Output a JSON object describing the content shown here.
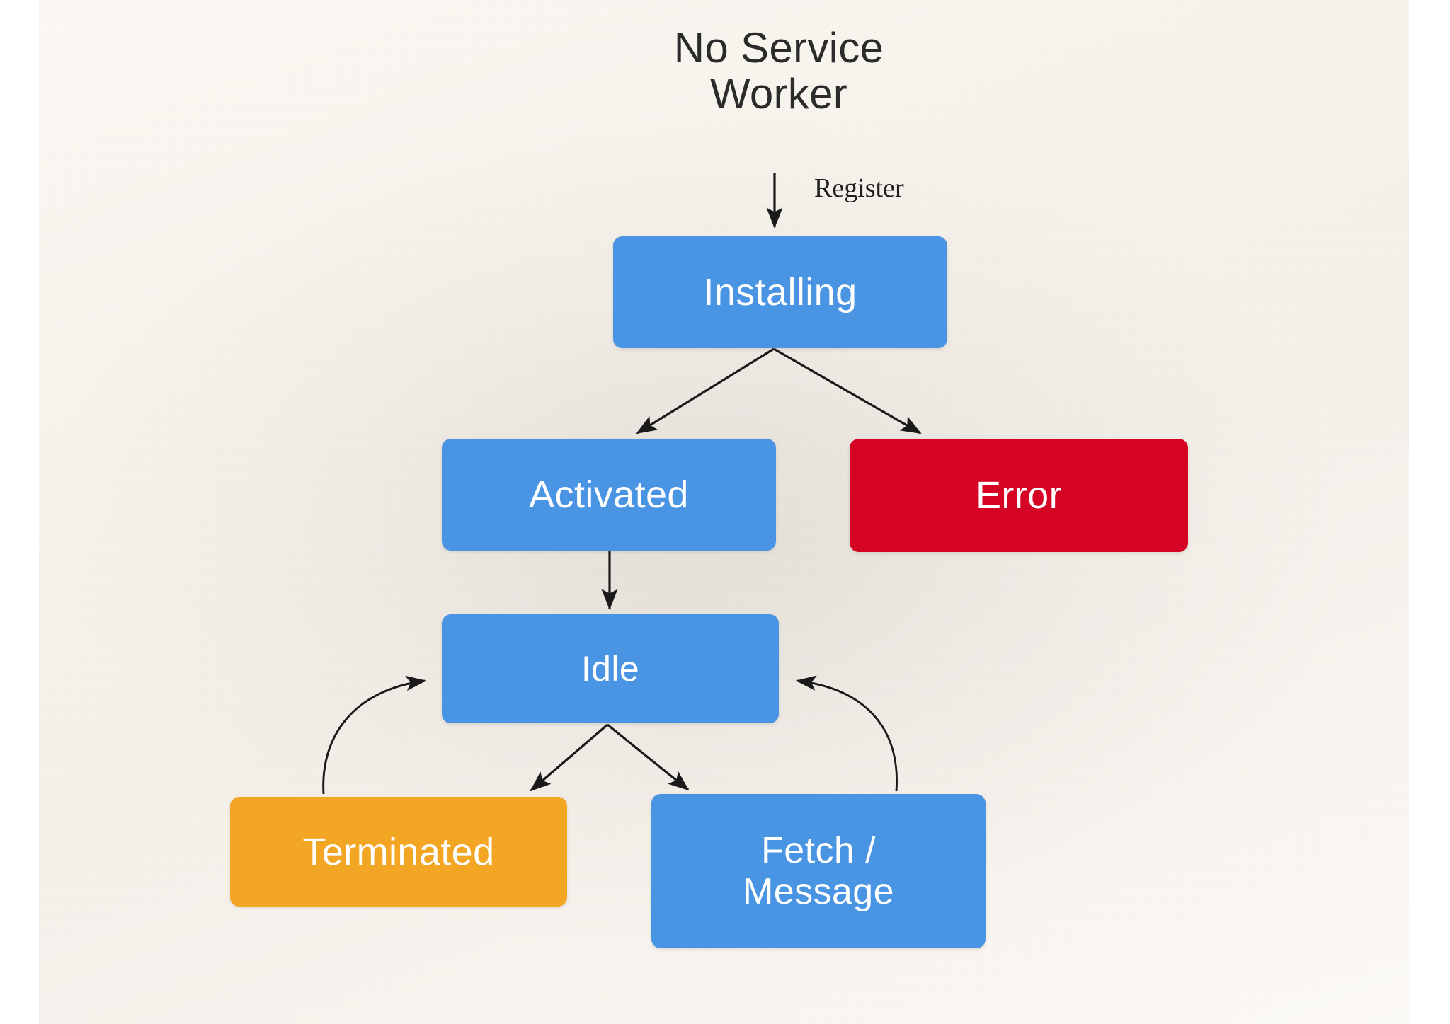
{
  "slide": {
    "title": "No Service\nWorker",
    "background_color": "#F5F0EB",
    "page_color": "#FFFFFF"
  },
  "palette": {
    "blue": "#4A94E4",
    "red": "#D50424",
    "orange": "#F2A623",
    "arrow": "#1a1a1a",
    "node_text": "#FFFFFF",
    "title_text": "#2B2B2B"
  },
  "diagram": {
    "type": "state-machine",
    "nodes": [
      {
        "id": "installing",
        "label": "Installing",
        "color": "#4A94E4",
        "state_kind": "blue"
      },
      {
        "id": "activated",
        "label": "Activated",
        "color": "#4A94E4",
        "state_kind": "blue"
      },
      {
        "id": "error",
        "label": "Error",
        "color": "#D50424",
        "state_kind": "red"
      },
      {
        "id": "idle",
        "label": "Idle",
        "color": "#4A94E4",
        "state_kind": "blue"
      },
      {
        "id": "terminated",
        "label": "Terminated",
        "color": "#F2A623",
        "state_kind": "orange"
      },
      {
        "id": "fetch_message",
        "label": "Fetch /\nMessage",
        "color": "#4A94E4",
        "state_kind": "blue"
      }
    ],
    "edges": [
      {
        "from": "no_service_worker",
        "to": "installing",
        "label": "Register",
        "style": "straight"
      },
      {
        "from": "installing",
        "to": "activated",
        "label": "",
        "style": "straight"
      },
      {
        "from": "installing",
        "to": "error",
        "label": "",
        "style": "straight"
      },
      {
        "from": "activated",
        "to": "idle",
        "label": "",
        "style": "straight"
      },
      {
        "from": "idle",
        "to": "terminated",
        "label": "",
        "style": "straight"
      },
      {
        "from": "idle",
        "to": "fetch_message",
        "label": "",
        "style": "straight"
      },
      {
        "from": "terminated",
        "to": "idle",
        "label": "",
        "style": "curved"
      },
      {
        "from": "fetch_message",
        "to": "idle",
        "label": "",
        "style": "curved"
      }
    ]
  }
}
